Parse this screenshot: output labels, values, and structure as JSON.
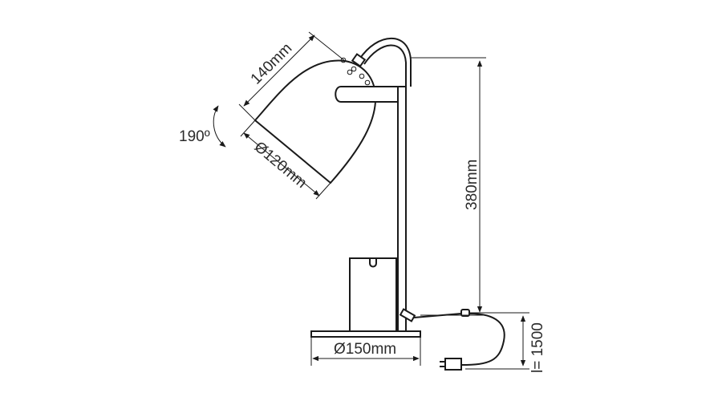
{
  "dimensions": {
    "shade_length": "140mm",
    "shade_diameter": "Ø120mm",
    "rotation": "190º",
    "height": "380mm",
    "base_diameter": "Ø150mm",
    "cable_length": "l= 1500"
  },
  "colors": {
    "line": "#1a1a1a",
    "text": "#2b2b2b",
    "background": "#ffffff"
  }
}
